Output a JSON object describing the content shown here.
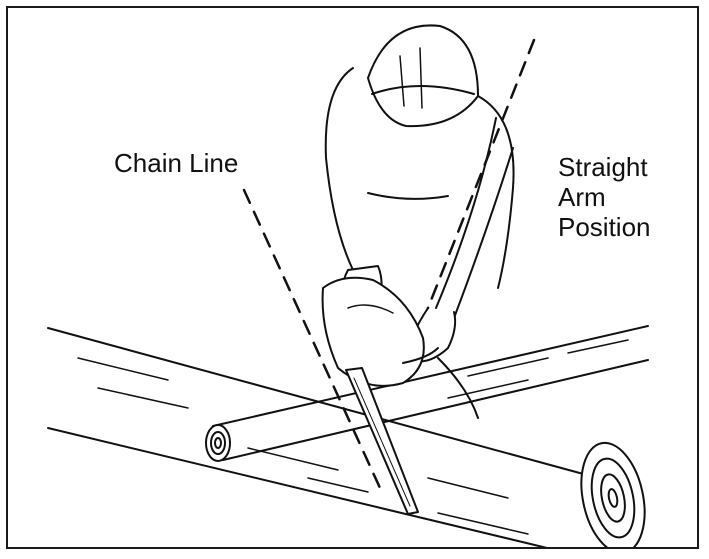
{
  "labels": {
    "chain_line": "Chain Line",
    "arm_line1": "Straight",
    "arm_line2": "Arm",
    "arm_line3": "Position"
  },
  "colors": {
    "ink": "#111111",
    "frame": "#1a1a1a",
    "background": "#ffffff"
  },
  "figures": {
    "operator": "person-icon",
    "tool": "chainsaw-icon",
    "object_near": "log-icon",
    "object_far": "log-icon"
  }
}
